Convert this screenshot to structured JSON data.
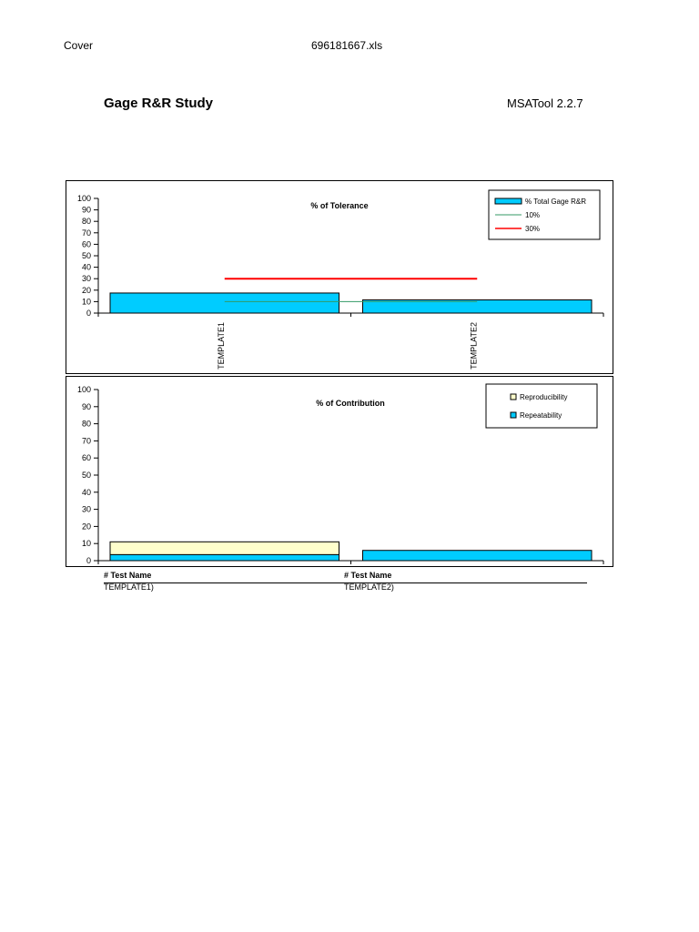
{
  "header": {
    "left": "Cover",
    "center": "696181667.xls"
  },
  "title": "Gage R&R Study",
  "version": "MSATool 2.2.7",
  "colors": {
    "bar": "#00ccff",
    "repro": "#ffffcc",
    "line10": "#339966",
    "line30": "#ff0000"
  },
  "chart_data": [
    {
      "type": "bar",
      "title": "% of Tolerance",
      "categories": [
        "TEMPLATE1",
        "TEMPLATE2"
      ],
      "series": [
        {
          "name": "% Total Gage R&R",
          "values": [
            17.5,
            11.5
          ]
        },
        {
          "name": "10%",
          "values": [
            10,
            10
          ],
          "kind": "line"
        },
        {
          "name": "30%",
          "values": [
            30,
            30
          ],
          "kind": "line"
        }
      ],
      "ylim": [
        0,
        100
      ],
      "yticks": [
        0,
        10,
        20,
        30,
        40,
        50,
        60,
        70,
        80,
        90,
        100
      ],
      "legend": "top-right",
      "grid": false
    },
    {
      "type": "bar",
      "stacked": true,
      "title": "% of Contribution",
      "categories": [
        "TEMPLATE1",
        "TEMPLATE2"
      ],
      "series": [
        {
          "name": "Repeatability",
          "values": [
            3.5,
            6
          ]
        },
        {
          "name": "Reproducibility",
          "values": [
            7.5,
            0
          ]
        }
      ],
      "ylim": [
        0,
        100
      ],
      "yticks": [
        0,
        10,
        20,
        30,
        40,
        50,
        60,
        70,
        80,
        90,
        100
      ],
      "legend": "top-right",
      "grid": false
    }
  ],
  "footer": [
    {
      "label": "# Test Name",
      "value": "TEMPLATE1)"
    },
    {
      "label": "# Test Name",
      "value": "TEMPLATE2)"
    }
  ]
}
